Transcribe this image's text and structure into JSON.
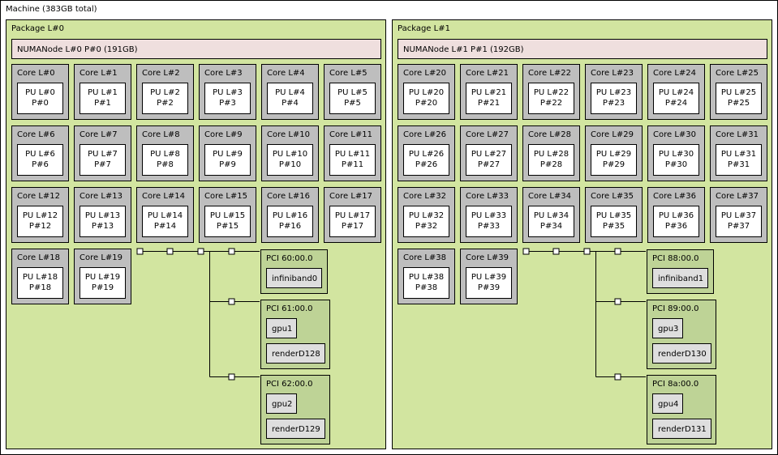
{
  "machine": {
    "label": "Machine (383GB total)"
  },
  "packages": [
    {
      "label": "Package L#0",
      "numa": "NUMANode L#0 P#0 (191GB)",
      "cores": [
        {
          "label": "Core L#0",
          "pu": "PU L#0",
          "p": "P#0"
        },
        {
          "label": "Core L#1",
          "pu": "PU L#1",
          "p": "P#1"
        },
        {
          "label": "Core L#2",
          "pu": "PU L#2",
          "p": "P#2"
        },
        {
          "label": "Core L#3",
          "pu": "PU L#3",
          "p": "P#3"
        },
        {
          "label": "Core L#4",
          "pu": "PU L#4",
          "p": "P#4"
        },
        {
          "label": "Core L#5",
          "pu": "PU L#5",
          "p": "P#5"
        },
        {
          "label": "Core L#6",
          "pu": "PU L#6",
          "p": "P#6"
        },
        {
          "label": "Core L#7",
          "pu": "PU L#7",
          "p": "P#7"
        },
        {
          "label": "Core L#8",
          "pu": "PU L#8",
          "p": "P#8"
        },
        {
          "label": "Core L#9",
          "pu": "PU L#9",
          "p": "P#9"
        },
        {
          "label": "Core L#10",
          "pu": "PU L#10",
          "p": "P#10"
        },
        {
          "label": "Core L#11",
          "pu": "PU L#11",
          "p": "P#11"
        },
        {
          "label": "Core L#12",
          "pu": "PU L#12",
          "p": "P#12"
        },
        {
          "label": "Core L#13",
          "pu": "PU L#13",
          "p": "P#13"
        },
        {
          "label": "Core L#14",
          "pu": "PU L#14",
          "p": "P#14"
        },
        {
          "label": "Core L#15",
          "pu": "PU L#15",
          "p": "P#15"
        },
        {
          "label": "Core L#16",
          "pu": "PU L#16",
          "p": "P#16"
        },
        {
          "label": "Core L#17",
          "pu": "PU L#17",
          "p": "P#17"
        },
        {
          "label": "Core L#18",
          "pu": "PU L#18",
          "p": "P#18"
        },
        {
          "label": "Core L#19",
          "pu": "PU L#19",
          "p": "P#19"
        }
      ],
      "pci": [
        {
          "label": "PCI 60:00.0",
          "devices": [
            "infiniband0"
          ]
        },
        {
          "label": "PCI 61:00.0",
          "devices": [
            "gpu1",
            "renderD128"
          ]
        },
        {
          "label": "PCI 62:00.0",
          "devices": [
            "gpu2",
            "renderD129"
          ]
        }
      ]
    },
    {
      "label": "Package L#1",
      "numa": "NUMANode L#1 P#1 (192GB)",
      "cores": [
        {
          "label": "Core L#20",
          "pu": "PU L#20",
          "p": "P#20"
        },
        {
          "label": "Core L#21",
          "pu": "PU L#21",
          "p": "P#21"
        },
        {
          "label": "Core L#22",
          "pu": "PU L#22",
          "p": "P#22"
        },
        {
          "label": "Core L#23",
          "pu": "PU L#23",
          "p": "P#23"
        },
        {
          "label": "Core L#24",
          "pu": "PU L#24",
          "p": "P#24"
        },
        {
          "label": "Core L#25",
          "pu": "PU L#25",
          "p": "P#25"
        },
        {
          "label": "Core L#26",
          "pu": "PU L#26",
          "p": "P#26"
        },
        {
          "label": "Core L#27",
          "pu": "PU L#27",
          "p": "P#27"
        },
        {
          "label": "Core L#28",
          "pu": "PU L#28",
          "p": "P#28"
        },
        {
          "label": "Core L#29",
          "pu": "PU L#29",
          "p": "P#29"
        },
        {
          "label": "Core L#30",
          "pu": "PU L#30",
          "p": "P#30"
        },
        {
          "label": "Core L#31",
          "pu": "PU L#31",
          "p": "P#31"
        },
        {
          "label": "Core L#32",
          "pu": "PU L#32",
          "p": "P#32"
        },
        {
          "label": "Core L#33",
          "pu": "PU L#33",
          "p": "P#33"
        },
        {
          "label": "Core L#34",
          "pu": "PU L#34",
          "p": "P#34"
        },
        {
          "label": "Core L#35",
          "pu": "PU L#35",
          "p": "P#35"
        },
        {
          "label": "Core L#36",
          "pu": "PU L#36",
          "p": "P#36"
        },
        {
          "label": "Core L#37",
          "pu": "PU L#37",
          "p": "P#37"
        },
        {
          "label": "Core L#38",
          "pu": "PU L#38",
          "p": "P#38"
        },
        {
          "label": "Core L#39",
          "pu": "PU L#39",
          "p": "P#39"
        }
      ],
      "pci": [
        {
          "label": "PCI 88:00.0",
          "devices": [
            "infiniband1"
          ]
        },
        {
          "label": "PCI 89:00.0",
          "devices": [
            "gpu3",
            "renderD130"
          ]
        },
        {
          "label": "PCI 8a:00.0",
          "devices": [
            "gpu4",
            "renderD131"
          ]
        }
      ]
    }
  ],
  "colors": {
    "package": "#d2e5a0",
    "numa": "#efdfde",
    "core": "#bebebe",
    "pu": "#ffffff",
    "pci": "#bed396",
    "osdev": "#dedede"
  }
}
